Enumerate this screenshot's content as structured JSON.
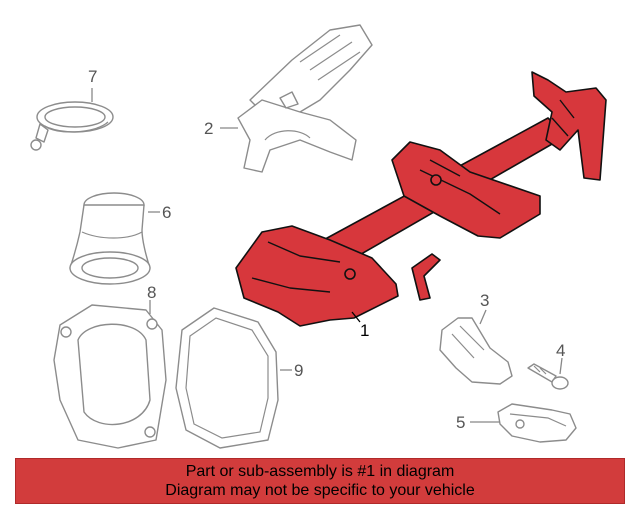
{
  "callouts": {
    "c1": "1",
    "c2": "2",
    "c3": "3",
    "c4": "4",
    "c5": "5",
    "c6": "6",
    "c7": "7",
    "c8": "8",
    "c9": "9"
  },
  "banner": {
    "line1": "Part or sub-assembly is #1 in diagram",
    "line2": "Diagram may not be specific to your vehicle"
  },
  "colors": {
    "highlight": "#d7373c",
    "banner": "#d23c3c",
    "ghost_stroke": "#8c8c8c"
  }
}
